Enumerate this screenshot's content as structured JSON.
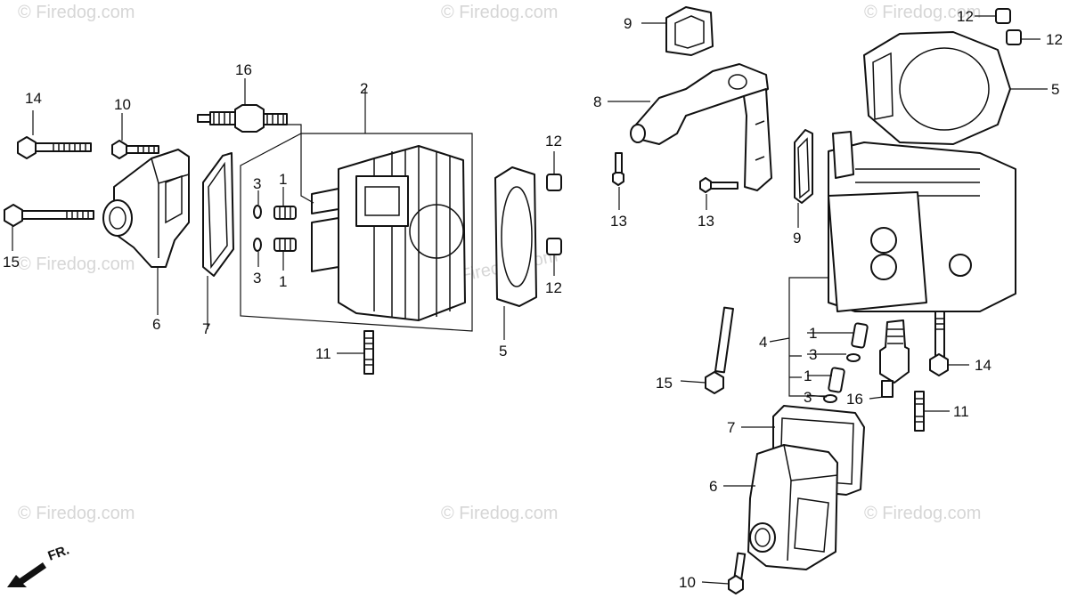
{
  "watermark": {
    "text": "© Firedog.com"
  },
  "direction_marker": {
    "label": "FR."
  },
  "callouts": [
    {
      "id": "c14a",
      "label": "14"
    },
    {
      "id": "c10a",
      "label": "10"
    },
    {
      "id": "c16a",
      "label": "16"
    },
    {
      "id": "c2",
      "label": "2"
    },
    {
      "id": "c15a",
      "label": "15"
    },
    {
      "id": "c6a",
      "label": "6"
    },
    {
      "id": "c7a",
      "label": "7"
    },
    {
      "id": "c3a",
      "label": "3"
    },
    {
      "id": "c1a",
      "label": "1"
    },
    {
      "id": "c3b",
      "label": "3"
    },
    {
      "id": "c1b",
      "label": "1"
    },
    {
      "id": "c11a",
      "label": "11"
    },
    {
      "id": "c12a",
      "label": "12"
    },
    {
      "id": "c12b",
      "label": "12"
    },
    {
      "id": "c5a",
      "label": "5"
    },
    {
      "id": "c9a",
      "label": "9"
    },
    {
      "id": "c8",
      "label": "8"
    },
    {
      "id": "c13a",
      "label": "13"
    },
    {
      "id": "c13b",
      "label": "13"
    },
    {
      "id": "c9b",
      "label": "9"
    },
    {
      "id": "c12c",
      "label": "12"
    },
    {
      "id": "c12d",
      "label": "12"
    },
    {
      "id": "c5b",
      "label": "5"
    },
    {
      "id": "c4",
      "label": "4"
    },
    {
      "id": "c1c",
      "label": "1"
    },
    {
      "id": "c3c",
      "label": "3"
    },
    {
      "id": "c1d",
      "label": "1"
    },
    {
      "id": "c3d",
      "label": "3"
    },
    {
      "id": "c15b",
      "label": "15"
    },
    {
      "id": "c16b",
      "label": "16"
    },
    {
      "id": "c14b",
      "label": "14"
    },
    {
      "id": "c11b",
      "label": "11"
    },
    {
      "id": "c7b",
      "label": "7"
    },
    {
      "id": "c6b",
      "label": "6"
    },
    {
      "id": "c10b",
      "label": "10"
    }
  ]
}
